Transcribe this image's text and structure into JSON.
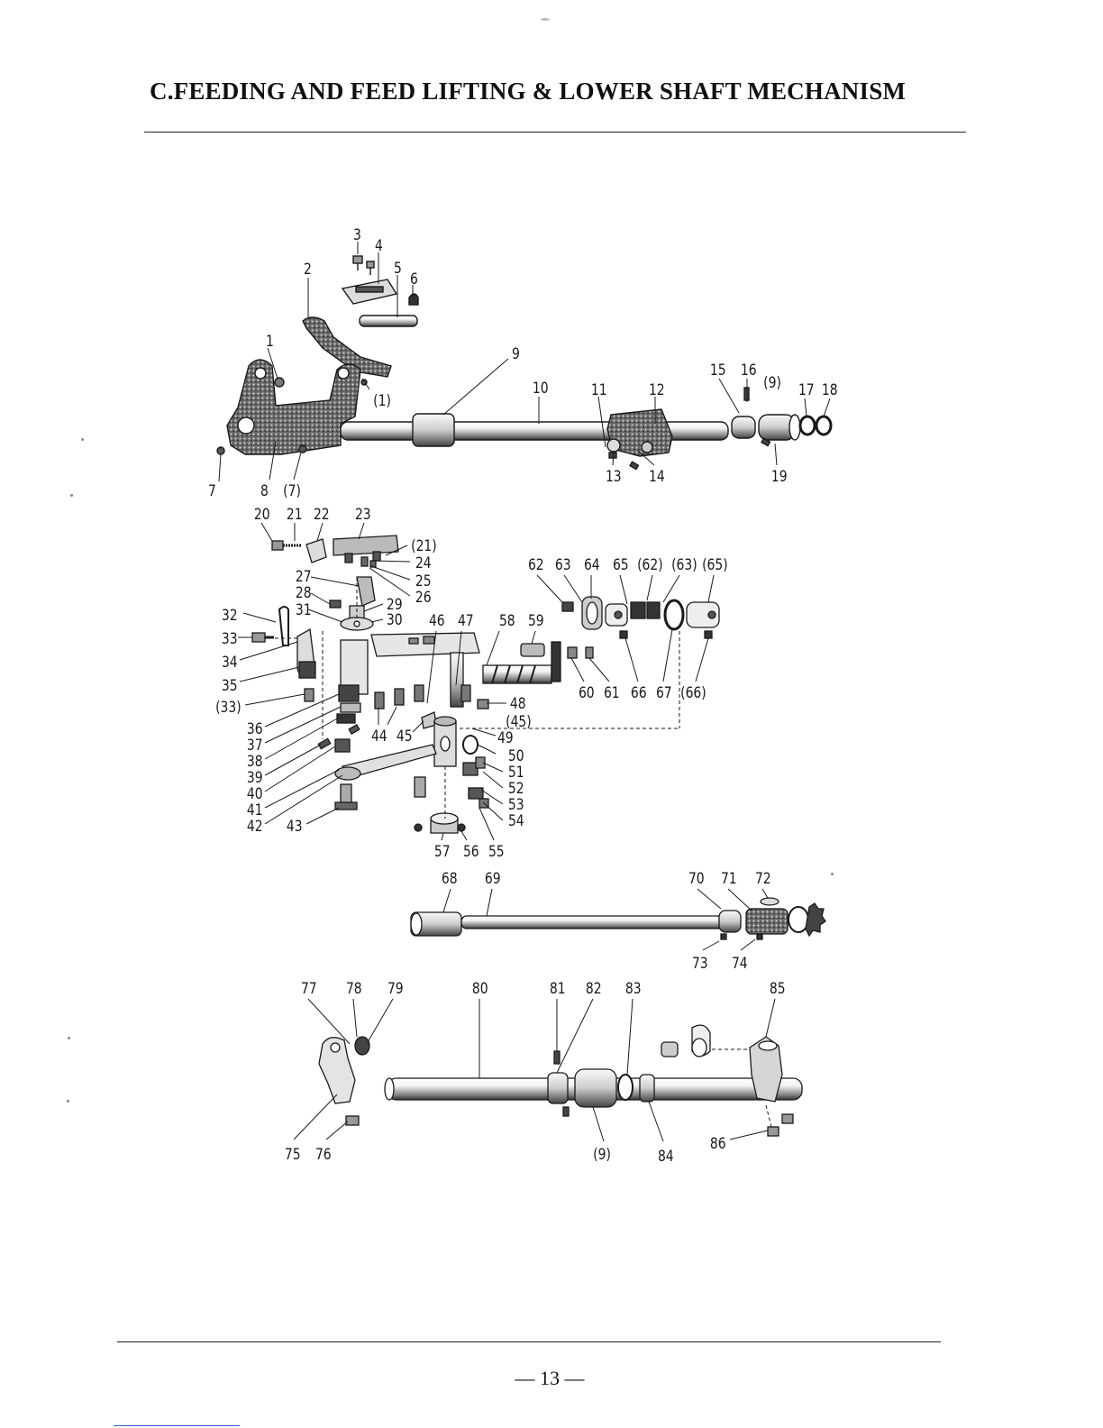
{
  "title": "C.FEEDING AND FEED LIFTING & LOWER SHAFT MECHANISM",
  "page_number": "— 13 —",
  "colors": {
    "ink": "#1a1a1a",
    "part_dark": "#3a3a3a",
    "part_fill": "#e9e9e9"
  },
  "callouts": [
    "1",
    "(1)",
    "2",
    "3",
    "4",
    "5",
    "6",
    "7",
    "(7)",
    "8",
    "9",
    "10",
    "11",
    "12",
    "13",
    "14",
    "15",
    "16",
    "(9)",
    "17",
    "18",
    "19",
    "20",
    "21",
    "22",
    "23",
    "(21)",
    "24",
    "25",
    "26",
    "27",
    "28",
    "29",
    "30",
    "31",
    "32",
    "33",
    "34",
    "35",
    "(33)",
    "36",
    "37",
    "38",
    "39",
    "40",
    "41",
    "42",
    "43",
    "44",
    "45",
    "46",
    "47",
    "48",
    "(45)",
    "49",
    "50",
    "51",
    "52",
    "53",
    "54",
    "55",
    "56",
    "57",
    "58",
    "59",
    "60",
    "61",
    "62",
    "63",
    "64",
    "65",
    "(62)",
    "(63)",
    "(65)",
    "66",
    "67",
    "(66)",
    "68",
    "69",
    "70",
    "71",
    "72",
    "73",
    "74",
    "75",
    "76",
    "77",
    "78",
    "79",
    "80",
    "81",
    "82",
    "83",
    "(9)",
    "84",
    "85",
    "86"
  ]
}
